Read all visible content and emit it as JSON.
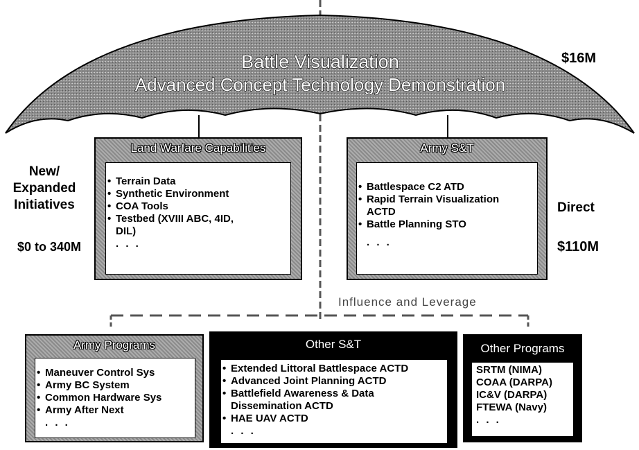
{
  "umbrella": {
    "title_line1": "Battle Visualization",
    "title_line2": "Advanced Concept Technology Demonstration",
    "budget": "$16M"
  },
  "left_side": {
    "label_lines": [
      "New/",
      "Expanded",
      "Initiatives"
    ],
    "budget": "$0 to 340M"
  },
  "right_side": {
    "label": "Direct",
    "budget": "$110M"
  },
  "land_warfare": {
    "title": "Land Warfare Capabilities",
    "items": [
      "Terrain Data",
      "Synthetic Environment",
      "COA Tools",
      "Testbed (XVIII ABC, 4ID,"
    ],
    "item_cont": "DIL)",
    "ellipsis": ". . ."
  },
  "army_st": {
    "title": "Army S&T",
    "items": [
      "Battlespace C2 ATD",
      "Rapid Terrain Visualization",
      "Battle Planning STO"
    ],
    "item_cont": "ACTD",
    "ellipsis": ". . ."
  },
  "leverage_label": "Influence and Leverage",
  "army_programs": {
    "title": "Army Programs",
    "items": [
      "Maneuver Control Sys",
      "Army BC System",
      "Common Hardware Sys",
      "Army After Next"
    ],
    "ellipsis": ". . ."
  },
  "other_st": {
    "title": "Other S&T",
    "items": [
      "Extended Littoral Battlespace ACTD",
      "Advanced Joint Planning ACTD",
      "Battlefield Awareness & Data",
      "HAE UAV ACTD"
    ],
    "item_cont": "Dissemination ACTD",
    "ellipsis": ". . ."
  },
  "other_programs": {
    "title": "Other Programs",
    "items": [
      "SRTM (NIMA)",
      "COAA (DARPA)",
      "IC&V (DARPA)",
      "FTEWA (Navy)"
    ],
    "ellipsis": ". . ."
  },
  "colors": {
    "canopy": "#8a8a8a",
    "box_grey": "#9a9a9a",
    "box_black": "#000000"
  }
}
